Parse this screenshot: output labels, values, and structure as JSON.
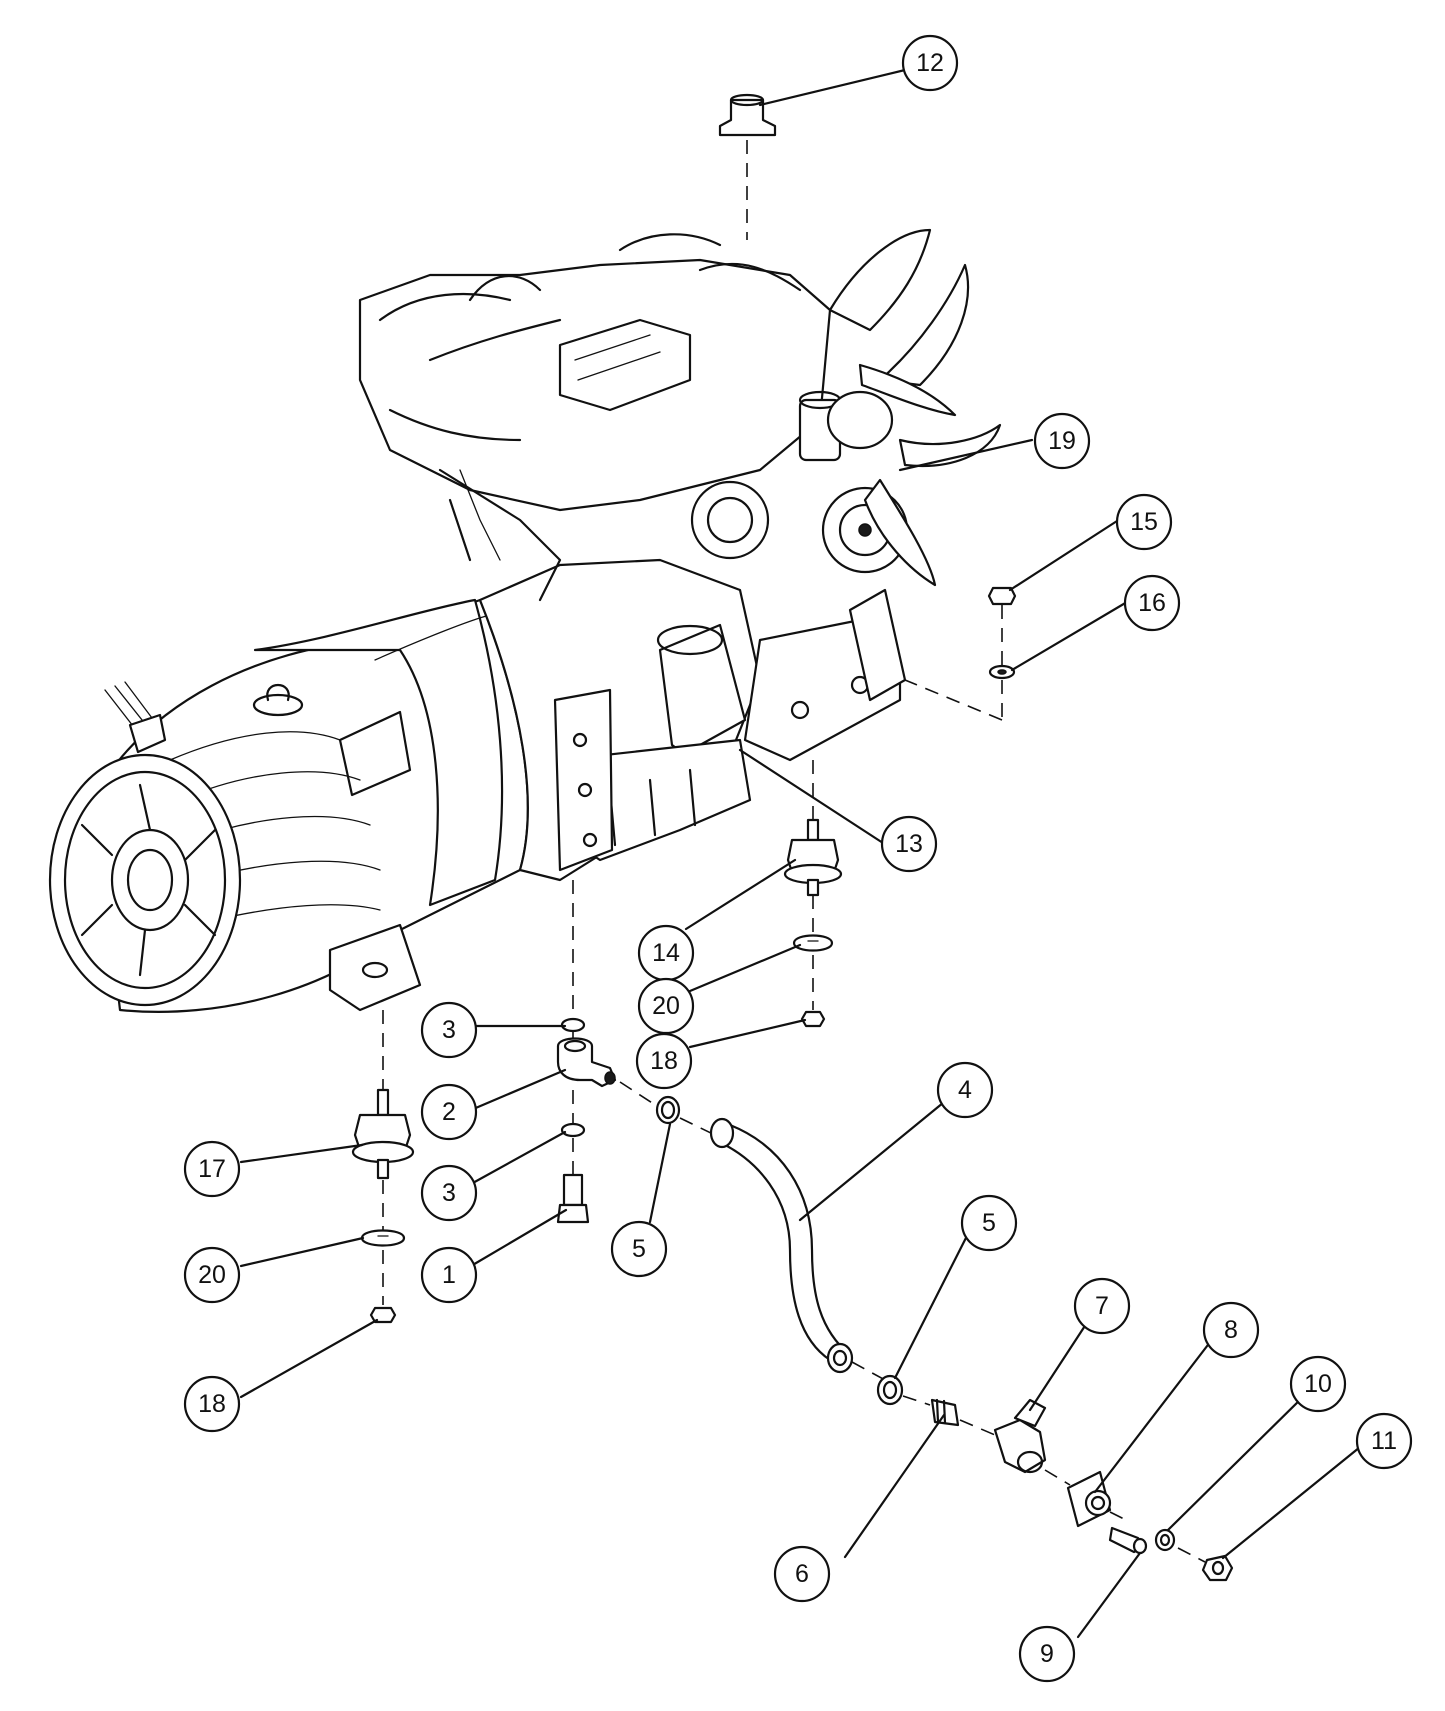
{
  "callouts": {
    "c1": "1",
    "c2": "2",
    "c3a": "3",
    "c3b": "3",
    "c4": "4",
    "c5a": "5",
    "c5b": "5",
    "c6": "6",
    "c7": "7",
    "c8": "8",
    "c9": "9",
    "c10": "10",
    "c11": "11",
    "c12": "12",
    "c13": "13",
    "c14": "14",
    "c15": "15",
    "c16": "16",
    "c17": "17",
    "c18a": "18",
    "c18b": "18",
    "c19": "19",
    "c20a": "20",
    "c20b": "20"
  }
}
